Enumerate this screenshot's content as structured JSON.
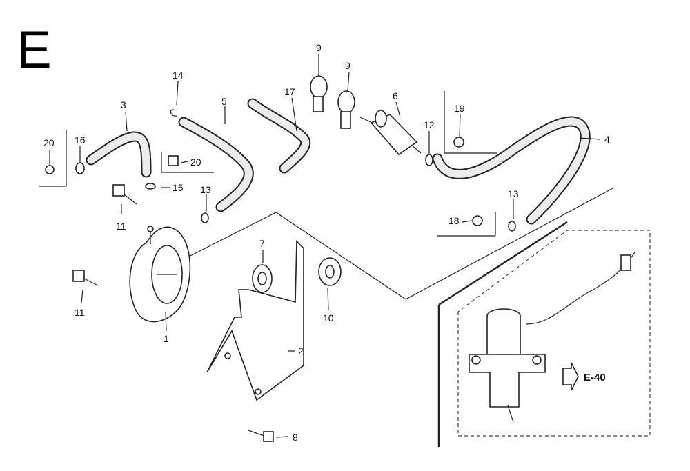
{
  "section_letter": "E",
  "reference": {
    "label": "E-40"
  },
  "part_labels": [
    "20",
    "16",
    "3",
    "14",
    "5",
    "17",
    "9",
    "9",
    "6",
    "12",
    "19",
    "4",
    "20",
    "15",
    "13",
    "11",
    "11",
    "1",
    "7",
    "10",
    "2",
    "8",
    "18",
    "13"
  ]
}
